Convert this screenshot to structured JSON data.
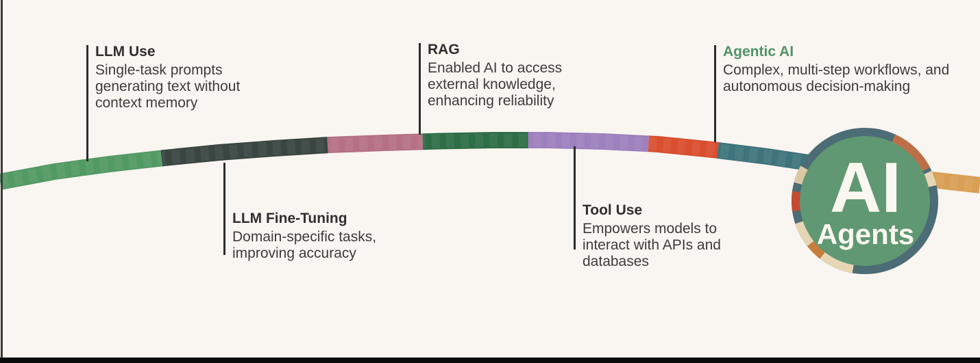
{
  "page": {
    "background": "#f9f5f1"
  },
  "frame": {
    "left_bar_color": "#3a3a3a",
    "bottom_bar_color": "#0a0a0a"
  },
  "milestones": [
    {
      "id": "llm-use",
      "title": "LLM Use",
      "desc": "Single-task prompts generating text without context memory",
      "side": "top",
      "title_color": "#2f2f2f"
    },
    {
      "id": "llm-fine-tuning",
      "title": "LLM Fine-Tuning",
      "desc": "Domain-specific tasks, improving accuracy",
      "side": "bottom",
      "title_color": "#2f2f2f"
    },
    {
      "id": "rag",
      "title": "RAG",
      "desc": "Enabled AI to access external knowledge, enhancing reliability",
      "side": "top",
      "title_color": "#2f2f2f"
    },
    {
      "id": "tool-use",
      "title": "Tool Use",
      "desc": "Empowers models to interact with APIs and databases",
      "side": "bottom",
      "title_color": "#2f2f2f"
    },
    {
      "id": "agentic-ai",
      "title": "Agentic AI",
      "desc": "Complex, multi-step workflows, and autonomous decision-making",
      "side": "top",
      "title_color": "#4f9468"
    }
  ],
  "timeline": {
    "thickness": 24,
    "segments": [
      {
        "name": "green-llm-use",
        "color": "#529a64",
        "start": 0,
        "end": 237
      },
      {
        "name": "slate-fine-tune",
        "color": "#3a4642",
        "start": 237,
        "end": 479
      },
      {
        "name": "mauve-pre-rag",
        "color": "#b57183",
        "start": 479,
        "end": 617
      },
      {
        "name": "darkgreen-rag",
        "color": "#2e6e46",
        "start": 617,
        "end": 770
      },
      {
        "name": "purple-tool-use",
        "color": "#9d80bd",
        "start": 770,
        "end": 945
      },
      {
        "name": "red-pre-agentic",
        "color": "#d94e2e",
        "start": 945,
        "end": 1046
      },
      {
        "name": "teal-agentic",
        "color": "#3f747c",
        "start": 1046,
        "end": 1245
      },
      {
        "name": "gold-future",
        "color": "#d9a055",
        "start": 1245,
        "end": 1430
      }
    ]
  },
  "node": {
    "line1": "AI",
    "line2": "Agents",
    "text_color": "#faf7f0",
    "fill": "#5f9872",
    "ring_color": "#4c6c76",
    "ring_patches": [
      {
        "name": "tan-bottom-left",
        "start": 100,
        "len": 62,
        "color": "#e7d6b4"
      },
      {
        "name": "orange-hatch-bl",
        "start": 128,
        "len": 14,
        "color": "#c57e3e"
      },
      {
        "name": "red-left",
        "start": 172,
        "len": 16,
        "color": "#c44b32"
      },
      {
        "name": "tan-left",
        "start": 195,
        "len": 14,
        "color": "#ddc8a6"
      },
      {
        "name": "orange-top-right",
        "start": 295,
        "len": 38,
        "color": "#bd7047"
      },
      {
        "name": "tan-top-right",
        "start": 336,
        "len": 12,
        "color": "#e7d6b4"
      }
    ]
  }
}
